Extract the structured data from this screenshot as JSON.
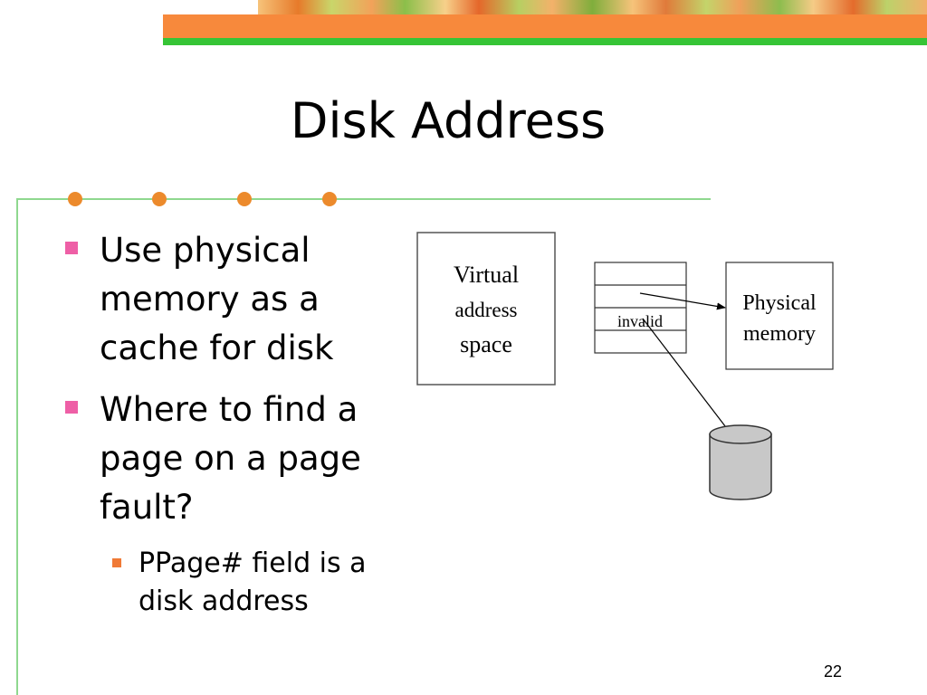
{
  "slide": {
    "title": "Disk Address",
    "page_number": "22",
    "bullets": [
      "Use physical memory as a cache for disk",
      "Where to find a page on a page fault?"
    ],
    "sub_bullets": [
      "PPage# field is a disk address"
    ]
  },
  "diagram": {
    "virtual_box": [
      "Virtual",
      "address",
      "space"
    ],
    "table_entry_label": "invalid",
    "physical_box": [
      "Physical",
      "memory"
    ]
  },
  "colors": {
    "accent_orange": "#f7893c",
    "accent_green": "#36c436",
    "bullet_pink": "#ee5fa6",
    "disk_fill": "#c8c8c8"
  }
}
